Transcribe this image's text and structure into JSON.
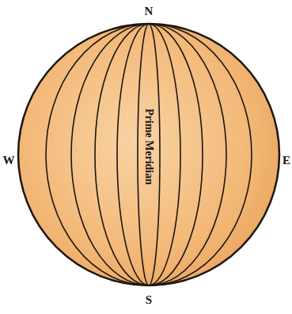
{
  "diagram": {
    "labels": [
      "N",
      "W",
      "E",
      "Prime Meridian",
      "S"
    ]
  }
}
